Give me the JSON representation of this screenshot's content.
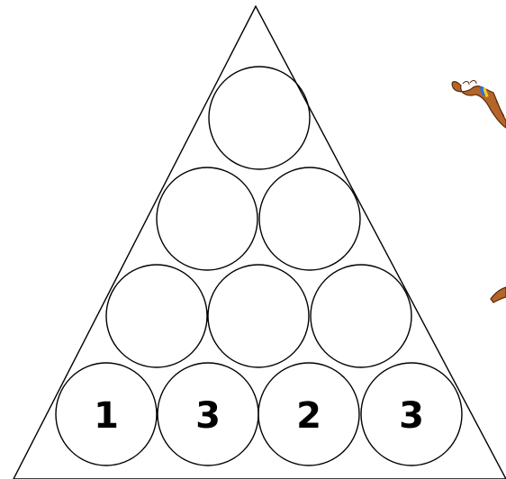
{
  "puzzle": {
    "rows": [
      [
        ""
      ],
      [
        "",
        ""
      ],
      [
        "",
        "",
        ""
      ],
      [
        "1",
        "3",
        "2",
        "3"
      ]
    ]
  },
  "colors": {
    "line": "#000000",
    "background": "#ffffff",
    "character_skin": "#b5652a",
    "character_outline": "#5a2a0a",
    "band_blue": "#2f6fd6",
    "band_yellow": "#f2d21a"
  },
  "decorations": [
    {
      "name": "cartoon-character-arm-icon"
    },
    {
      "name": "cartoon-character-hand-icon"
    }
  ]
}
